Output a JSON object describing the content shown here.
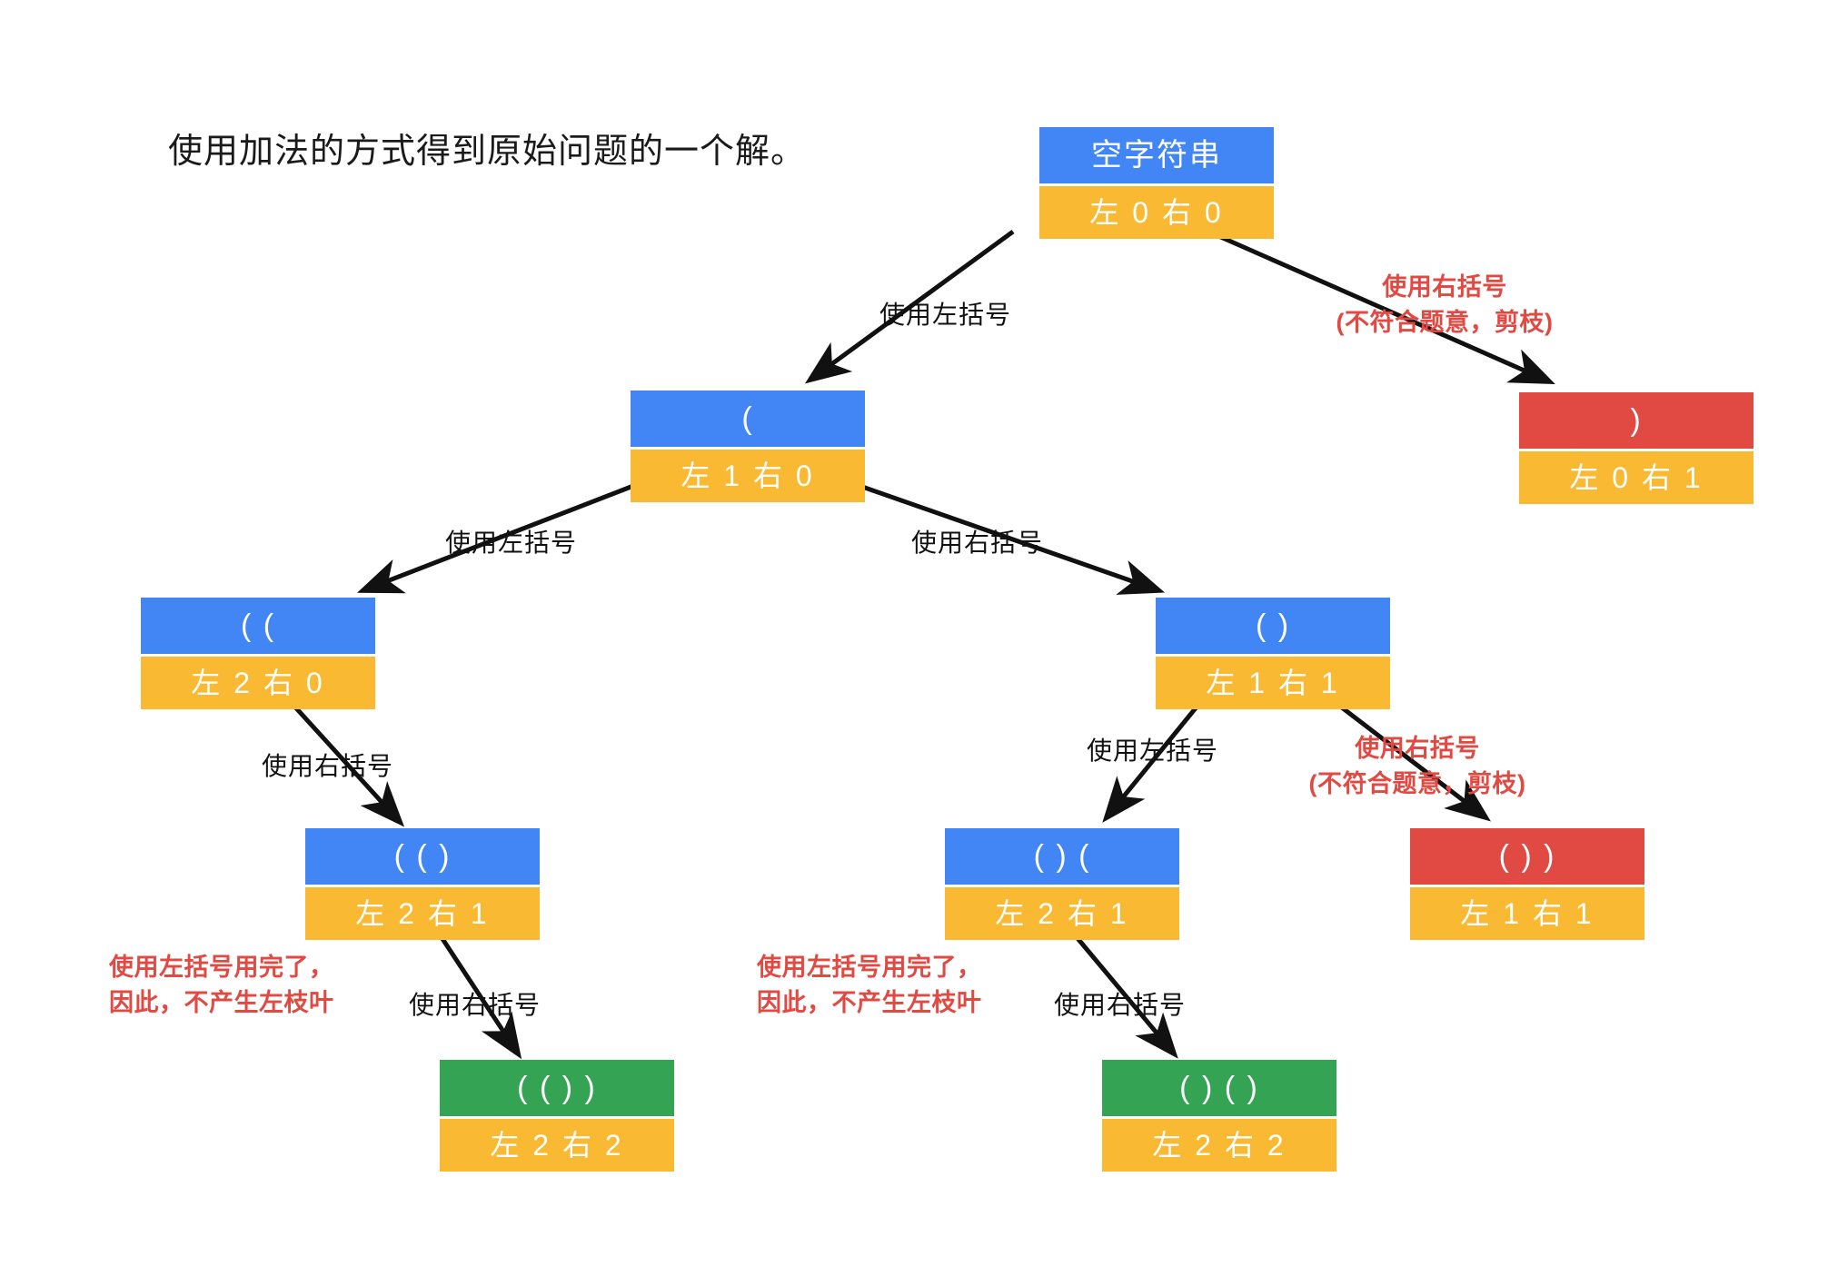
{
  "title": "使用加法的方式得到原始问题的一个解。",
  "nodes": {
    "root": {
      "label": "空字符串",
      "counts": "左 0 右 0",
      "color": "blue"
    },
    "l1": {
      "label": "(",
      "counts": "左 1 右 0",
      "color": "blue"
    },
    "r1": {
      "label": ")",
      "counts": "左 0 右 1",
      "color": "red"
    },
    "ll": {
      "label": "( (",
      "counts": "左 2 右 0",
      "color": "blue"
    },
    "lr": {
      "label": "( )",
      "counts": "左 1 右 1",
      "color": "blue"
    },
    "llr": {
      "label": "( ( )",
      "counts": "左 2 右 1",
      "color": "blue"
    },
    "lrl": {
      "label": "( ) (",
      "counts": "左 2 右 1",
      "color": "blue"
    },
    "lrr": {
      "label": "( ) )",
      "counts": "左 1 右 1",
      "color": "red"
    },
    "llrr": {
      "label": "( ( ) )",
      "counts": "左 2 右 2",
      "color": "green"
    },
    "lrlr": {
      "label": "( ) ( )",
      "counts": "左 2 右 2",
      "color": "green"
    }
  },
  "edge_labels": {
    "root_left": "使用左括号",
    "l1_left": "使用左括号",
    "l1_right": "使用右括号",
    "ll_right": "使用右括号",
    "lr_left": "使用左括号",
    "llr_right": "使用右括号",
    "lrl_right": "使用右括号"
  },
  "red_labels": {
    "root_right": {
      "line1": "使用右括号",
      "line2": "(不符合题意，剪枝)"
    },
    "lr_right": {
      "line1": "使用右括号",
      "line2": "(不符合题意，剪枝)"
    },
    "llr_left": {
      "line1": "使用左括号用完了，",
      "line2": "因此，不产生左枝叶"
    },
    "lrl_left": {
      "line1": "使用左括号用完了，",
      "line2": "因此，不产生左枝叶"
    }
  },
  "colors": {
    "blue": "#4285F4",
    "amber": "#F9B932",
    "red": "#E04A42",
    "green": "#34A353",
    "text": "#111111"
  }
}
